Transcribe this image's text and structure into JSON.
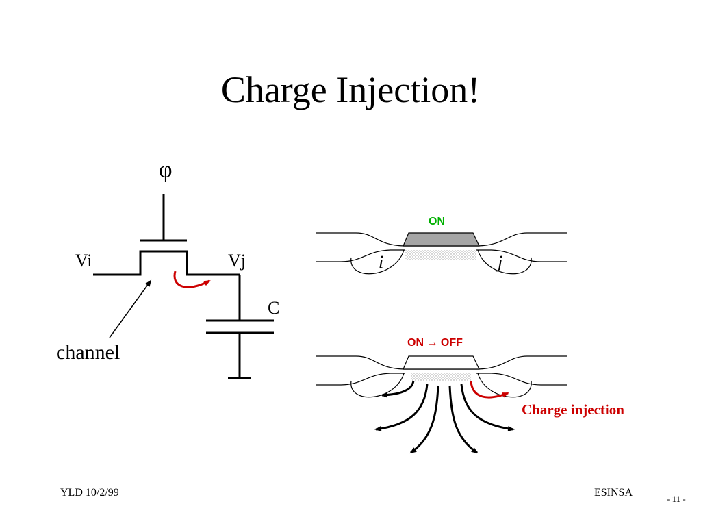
{
  "slide": {
    "title": "Charge Injection!",
    "footer_left": "YLD 10/2/99",
    "footer_right": "ESINSA",
    "page_number": "- 11 -"
  },
  "circuit": {
    "gate_label": "φ",
    "input_label": "Vi",
    "output_label": "Vj",
    "capacitor_label": "C",
    "channel_label": "channel"
  },
  "cross_section_on": {
    "state_label": "ON",
    "source_label": "i",
    "drain_label": "j"
  },
  "cross_section_turnoff": {
    "state_label": "ON → OFF",
    "annotation": "Charge injection"
  },
  "colors": {
    "on_state": "#00b000",
    "injection": "#cc0000",
    "gate_fill": "#a6a6a6",
    "channel_fill": "#e6e6e6",
    "line": "#000000"
  }
}
